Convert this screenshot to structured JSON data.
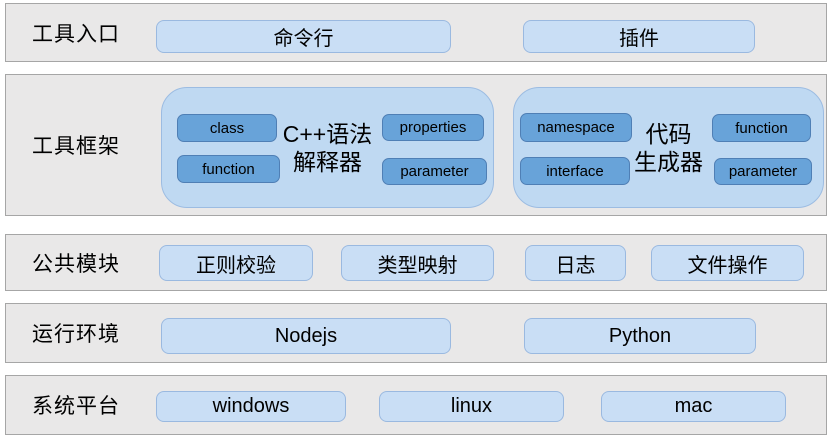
{
  "colors": {
    "layer_bg": "#e9e8e8",
    "layer_border": "#a6a6a6",
    "chip_bg": "#c9def5",
    "chip_border": "#9ab9e0",
    "panel_bg": "#bfd9f2",
    "panel_border": "#9cbce2",
    "tag_bg": "#68a3d9",
    "tag_border": "#4f7fb5",
    "text": "#000000"
  },
  "layers": {
    "tool_entry": {
      "label": "工具入口",
      "items": {
        "cli": "命令行",
        "plugin": "插件"
      }
    },
    "tool_framework": {
      "label": "工具框架",
      "interpreter": {
        "title_lines": [
          "C++语法",
          "解释器"
        ],
        "tags": {
          "class": "class",
          "function": "function",
          "properties": "properties",
          "parameter": "parameter"
        }
      },
      "generator": {
        "title_lines": [
          "代码",
          "生成器"
        ],
        "tags": {
          "namespace": "namespace",
          "interface": "interface",
          "function": "function",
          "parameter": "parameter"
        }
      }
    },
    "common_modules": {
      "label": "公共模块",
      "items": {
        "regex_check": "正则校验",
        "type_mapping": "类型映射",
        "log": "日志",
        "file_ops": "文件操作"
      }
    },
    "runtime": {
      "label": "运行环境",
      "items": {
        "nodejs": "Nodejs",
        "python": "Python"
      }
    },
    "platform": {
      "label": "系统平台",
      "items": {
        "windows": "windows",
        "linux": "linux",
        "mac": "mac"
      }
    }
  }
}
